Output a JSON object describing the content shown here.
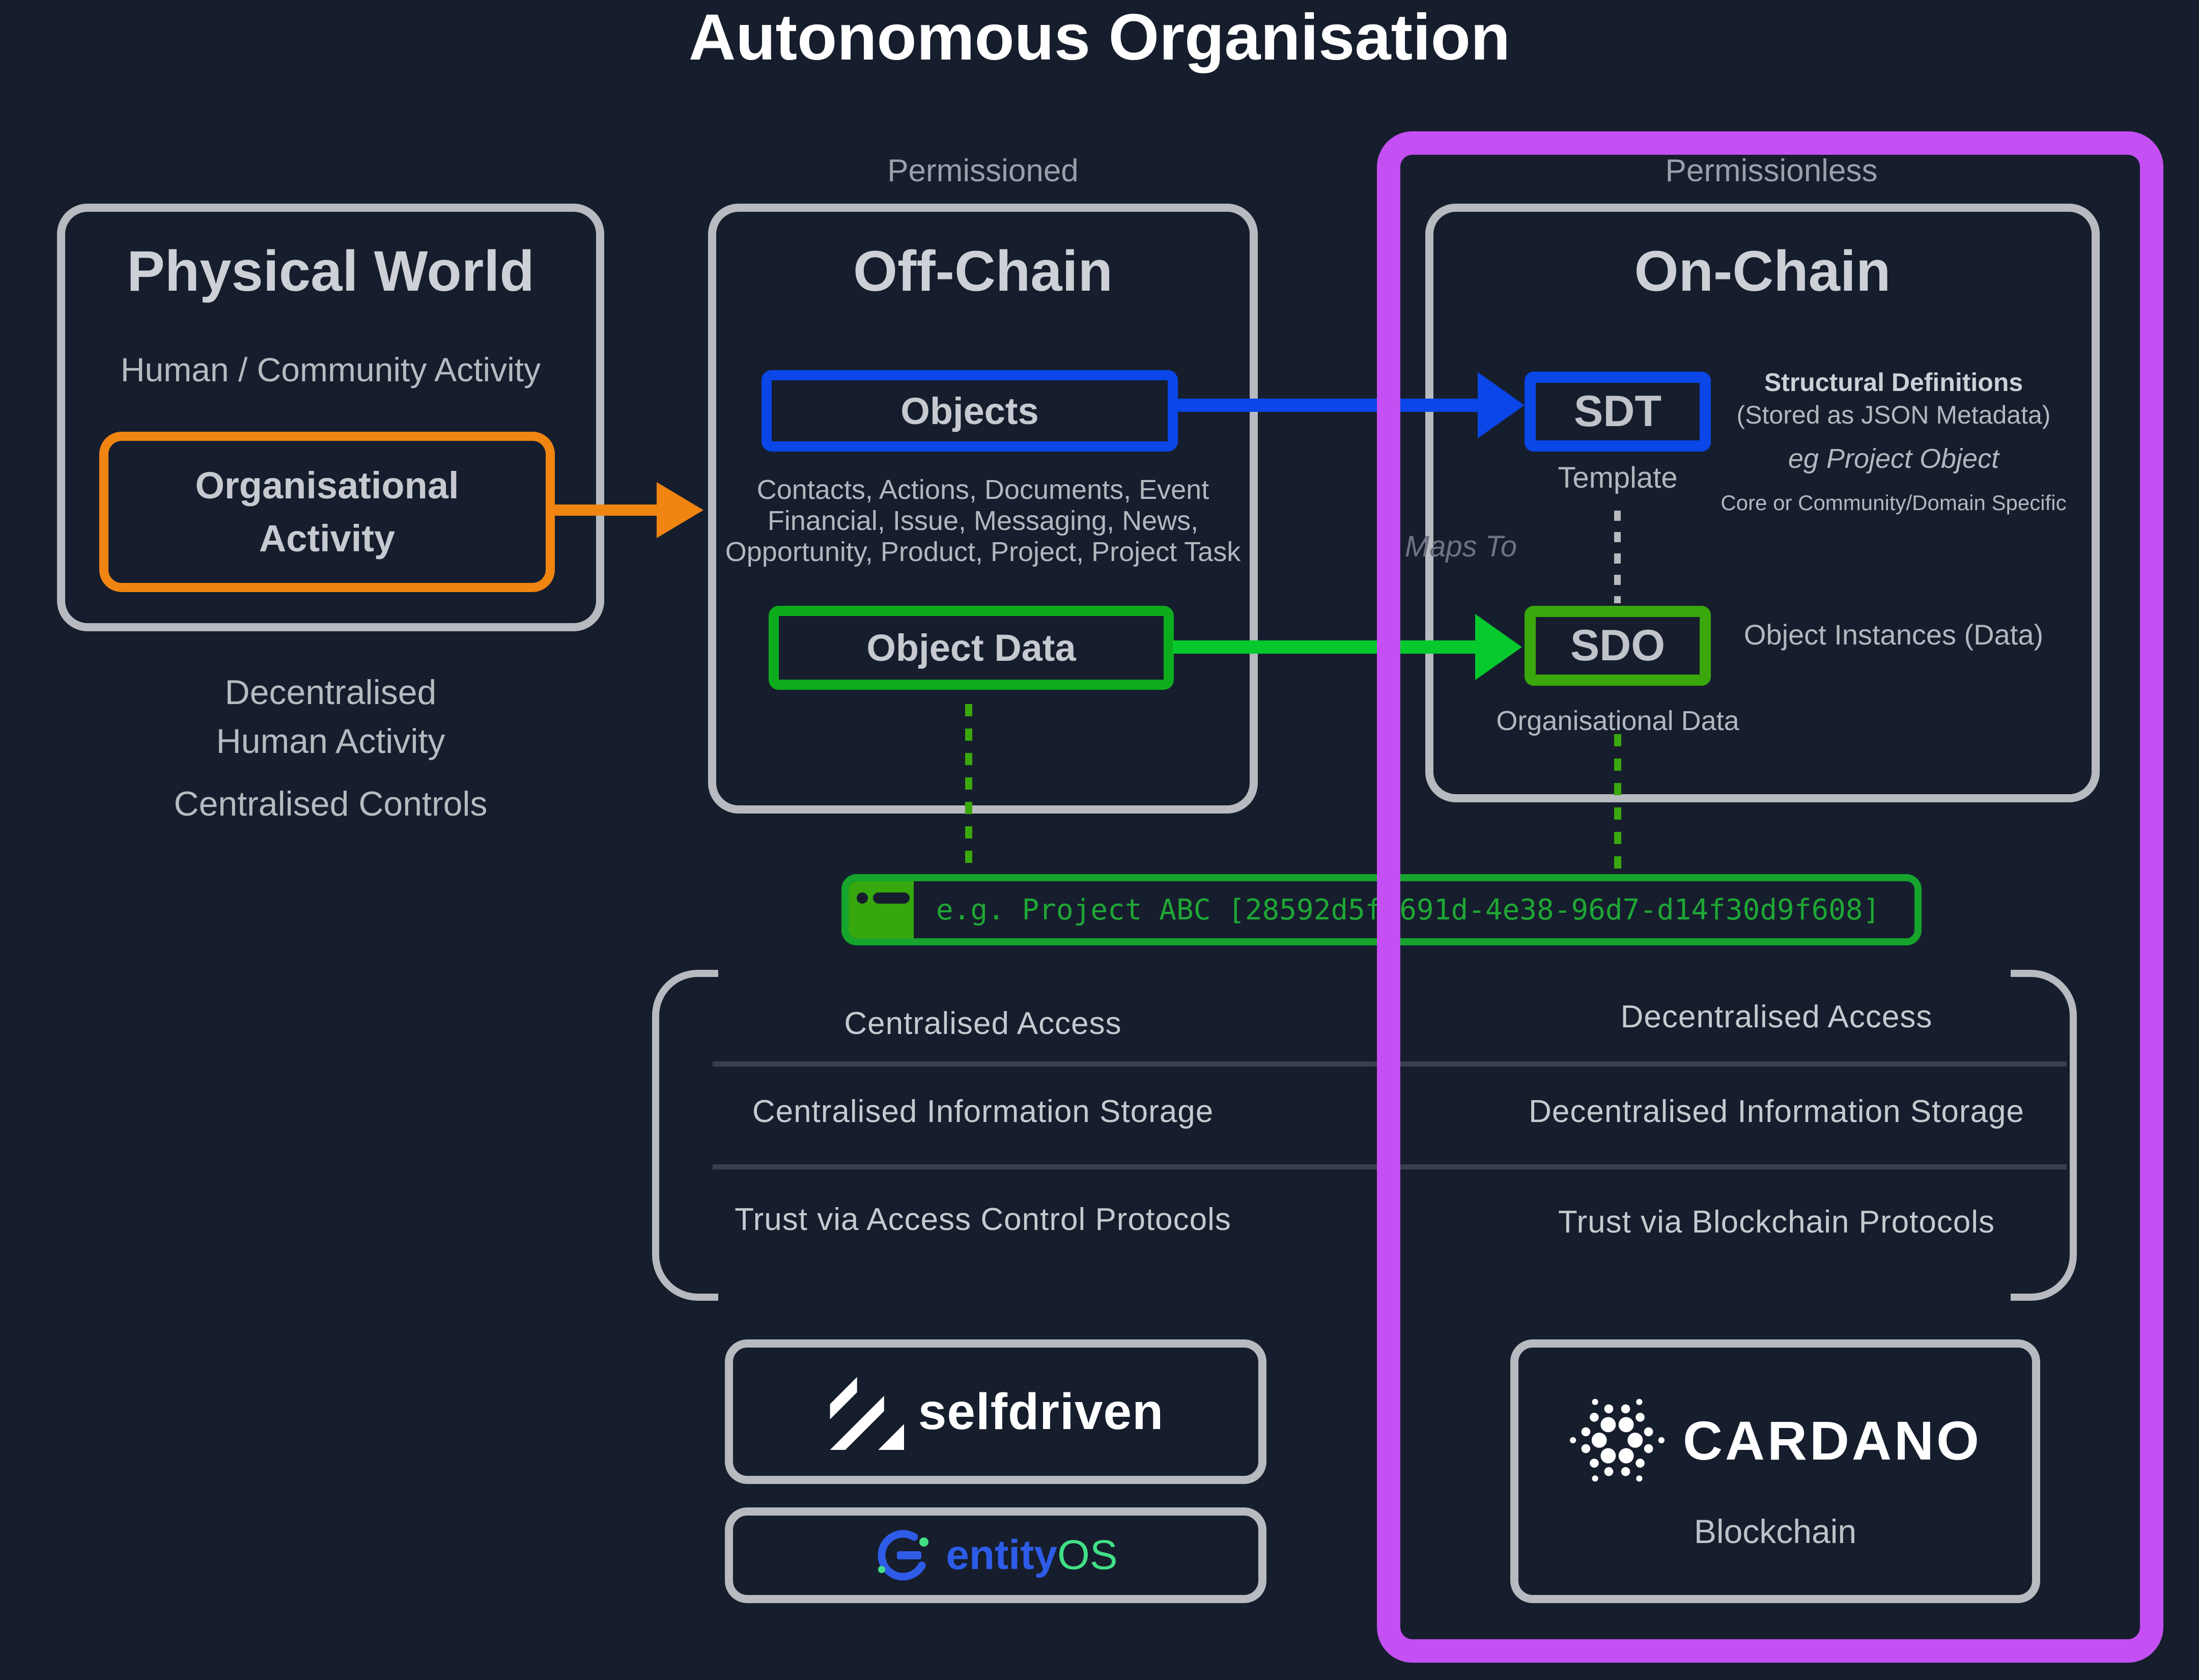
{
  "page": {
    "title": "Autonomous Organisation"
  },
  "zones": {
    "permissioned": "Permissioned",
    "permissionless": "Permissionless"
  },
  "physical_world": {
    "title": "Physical World",
    "subtitle": "Human / Community Activity",
    "org_activity_line1": "Organisational",
    "org_activity_line2": "Activity",
    "note1_line1": "Decentralised",
    "note1_line2": "Human Activity",
    "note2": "Centralised Controls"
  },
  "off_chain": {
    "title": "Off-Chain",
    "objects_label": "Objects",
    "objects_desc_line1": "Contacts, Actions, Documents, Event",
    "objects_desc_line2": "Financial, Issue, Messaging, News,",
    "objects_desc_line3": "Opportunity, Product, Project, Project Task",
    "object_data_label": "Object Data"
  },
  "on_chain": {
    "title": "On-Chain",
    "sdt_label": "SDT",
    "sdt_caption": "Template",
    "sdt_info_line1": "Structural Definitions",
    "sdt_info_line2": "(Stored as JSON Metadata)",
    "sdt_info_line3": "eg Project Object",
    "sdt_info_line4": "Core or Community/Domain Specific",
    "sdo_label": "SDO",
    "sdo_caption": "Organisational Data",
    "sdo_info": "Object Instances (Data)"
  },
  "maps_to": "Maps To",
  "code_box": {
    "text": "e.g. Project ABC [28592d5f-691d-4e38-96d7-d14f30d9f608]"
  },
  "comparison": {
    "left": [
      "Centralised Access",
      "Centralised Information Storage",
      "Trust via Access Control Protocols"
    ],
    "right": [
      "Decentralised Access",
      "Decentralised Information Storage",
      "Trust via Blockchain Protocols"
    ]
  },
  "logos": {
    "selfdriven": "selfdriven",
    "entity": "entity",
    "os": "OS",
    "cardano": "CARDANO",
    "cardano_caption": "Blockchain"
  },
  "colors": {
    "background": "#161e2d",
    "box_border_gray": "#b7babf",
    "orange": "#f08512",
    "blue": "#0a46e8",
    "green": "#0dac1d",
    "green_bright": "#06c92e",
    "green_dark": "#3aa70c",
    "green_code": "#1fa735",
    "purple": "#c44ff2"
  }
}
